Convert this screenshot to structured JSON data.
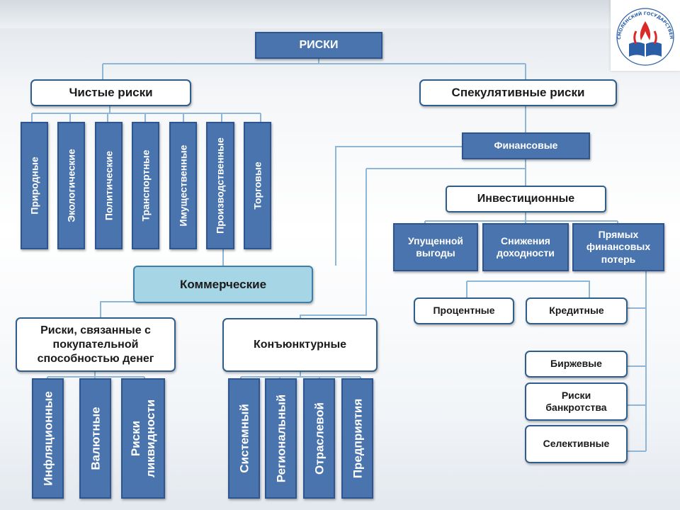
{
  "root": "РИСКИ",
  "pure": {
    "title": "Чистые риски",
    "items": [
      "Природные",
      "Экологические",
      "Политические",
      "Транспортные",
      "Имущественные",
      "Производственные",
      "Торговые"
    ]
  },
  "speculative": {
    "title": "Спекулятивные риски",
    "financial": "Финансовые",
    "investment": "Инвестиционные",
    "investment_items": [
      "Упущенной выгоды",
      "Снижения доходности",
      "Прямых финансовых потерь"
    ],
    "loss_items": [
      "Процентные",
      "Кредитные",
      "Биржевые",
      "Риски банкротства",
      "Селективные"
    ]
  },
  "commercial": {
    "title": "Коммерческие",
    "purchasing": {
      "title": "Риски, связанные с покупательной способностью денег",
      "items": [
        "Инфляционные",
        "Валютные",
        "Риски ликвидности"
      ]
    },
    "conjunctural": {
      "title": "Конъюнктурные",
      "items": [
        "Системный",
        "Региональный",
        "Отраслевой",
        "Предприятия"
      ]
    }
  },
  "logo": {
    "text": "СМОЛЕНСКИЙ ГОСУДАРСТВЕННЫЙ УНИВЕРСИТЕТ"
  }
}
